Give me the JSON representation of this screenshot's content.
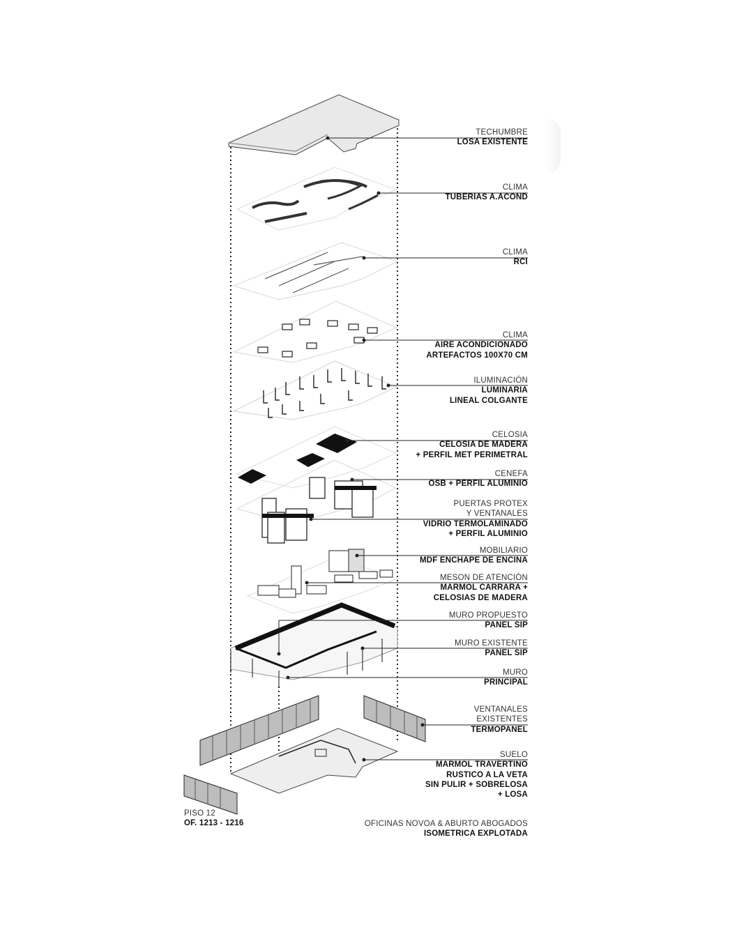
{
  "layers": [
    {
      "category": "TECHUMBRE",
      "detail": [
        "LOSA EXISTENTE"
      ]
    },
    {
      "category": "CLIMA",
      "detail": [
        "TUBERIAS A.ACOND"
      ]
    },
    {
      "category": "CLIMA",
      "detail": [
        "RCI"
      ]
    },
    {
      "category": "CLIMA",
      "detail": [
        "AIRE ACONDICIONADO",
        "ARTEFACTOS 100X70 CM"
      ]
    },
    {
      "category": "ILUMINACIÓN",
      "detail": [
        "LUMINARIA",
        "LINEAL COLGANTE"
      ]
    },
    {
      "category": "CELOSIA",
      "detail": [
        "CELOSIA DE MADERA",
        "+ PERFIL MET PERIMETRAL"
      ]
    },
    {
      "category": "CENEFA",
      "detail": [
        "OSB + PERFIL ALUMINIO"
      ]
    },
    {
      "category": "PUERTAS PROTEX",
      "category2": "Y VENTANALES",
      "detail": [
        "VIDRIO TERMOLAMINADO",
        "+ PERFIL ALUMINIO"
      ]
    },
    {
      "category": "MOBILIARIO",
      "detail": [
        "MDF ENCHAPE DE ENCINA"
      ]
    },
    {
      "category": "MESON DE ATENCIÓN",
      "detail": [
        "MARMOL CARRARA +",
        "CELOSIAS DE MADERA"
      ]
    },
    {
      "category": "MURO PROPUESTO",
      "detail": [
        "PANEL SIP"
      ]
    },
    {
      "category": "MURO EXISTENTE",
      "detail": [
        "PANEL SIP"
      ]
    },
    {
      "category": "MURO",
      "detail": [
        "PRINCIPAL"
      ]
    },
    {
      "category": "VENTANALES",
      "category2": "EXISTENTES",
      "detail": [
        "TERMOPANEL"
      ]
    },
    {
      "category": "SUELO",
      "detail": [
        "MARMOL TRAVERTINO",
        "RUSTICO A LA VETA",
        "SIN PULIR + SOBRELOSA",
        "+ LOSA"
      ]
    }
  ],
  "footer": {
    "floor": "PISO 12",
    "office": "OF. 1213 - 1216",
    "project": "OFICINAS NOVOA & ABURTO ABOGADOS",
    "drawing": "ISOMETRICA EXPLOTADA"
  },
  "colors": {
    "ink": "#1a1a1a",
    "slab": "#e8e8e8",
    "dotted": "#222222",
    "window": "#9a9a9a"
  }
}
